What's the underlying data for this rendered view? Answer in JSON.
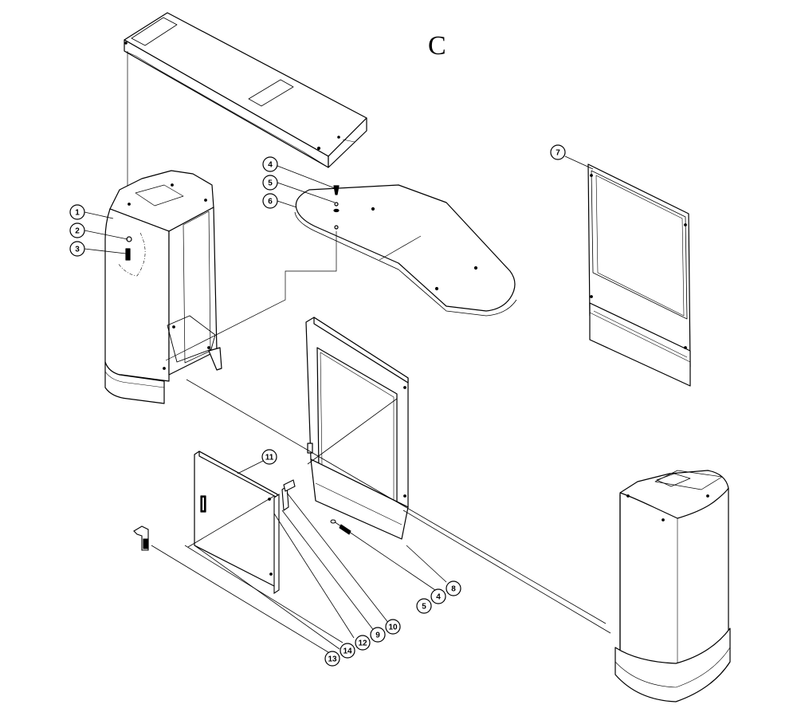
{
  "drawing": {
    "sheet_letter": "C"
  },
  "callouts": [
    {
      "id": "c1",
      "label": "1"
    },
    {
      "id": "c2",
      "label": "2"
    },
    {
      "id": "c3",
      "label": "3"
    },
    {
      "id": "c4a",
      "label": "4"
    },
    {
      "id": "c5a",
      "label": "5"
    },
    {
      "id": "c6",
      "label": "6"
    },
    {
      "id": "c7",
      "label": "7"
    },
    {
      "id": "c11",
      "label": "11"
    },
    {
      "id": "c5b",
      "label": "5"
    },
    {
      "id": "c4b",
      "label": "4"
    },
    {
      "id": "c8",
      "label": "8"
    },
    {
      "id": "c10",
      "label": "10"
    },
    {
      "id": "c9",
      "label": "9"
    },
    {
      "id": "c12",
      "label": "12"
    },
    {
      "id": "c14",
      "label": "14"
    },
    {
      "id": "c13",
      "label": "13"
    }
  ],
  "parts": {
    "top_cover": "top-cover-panel",
    "left_housing": "left-cabinet-housing",
    "right_housing": "right-cabinet-housing",
    "top_plate": "top-plate",
    "side_panel": "side-frame-panel",
    "front_frame": "front-window-frame",
    "door_panel": "door-panel",
    "latch_bracket": "latch-bracket"
  }
}
